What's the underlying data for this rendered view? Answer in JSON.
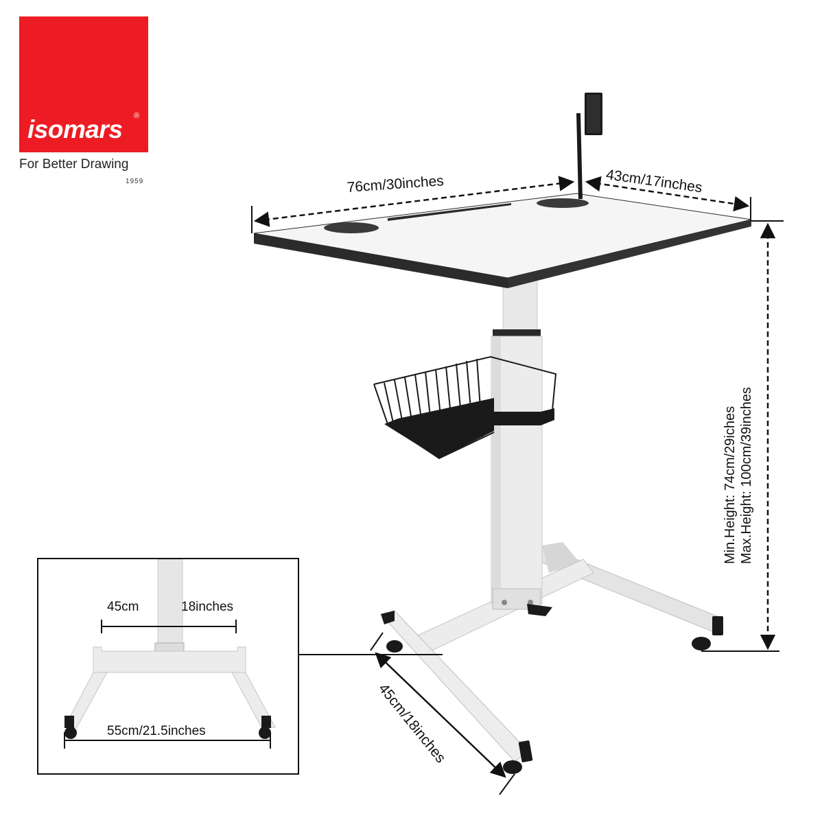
{
  "brand": {
    "name": "isomars",
    "registered_mark": "®",
    "tagline": "For Better Drawing",
    "year": "1959",
    "color": "#ed1c24"
  },
  "product": {
    "type": "mobile height-adjustable desk with tablet holder and wire basket",
    "dimensions": {
      "width": "76cm/30inches",
      "depth": "43cm/17inches",
      "min_height": "Min.Height:  74cm/29iches",
      "max_height": "Max.Height:  100cm/39inches",
      "leg_length": "45cm/18inches"
    }
  },
  "inset": {
    "upper_span_cm": "45cm",
    "upper_span_in": "18inches",
    "base_width": "55cm/21.5inches"
  },
  "colors": {
    "frame": "#e9e9e9",
    "frame_shadow": "#c9c9c9",
    "desktop": "#f4f4f4",
    "edge": "#2b2b2b",
    "accessory": "#1a1a1a"
  }
}
